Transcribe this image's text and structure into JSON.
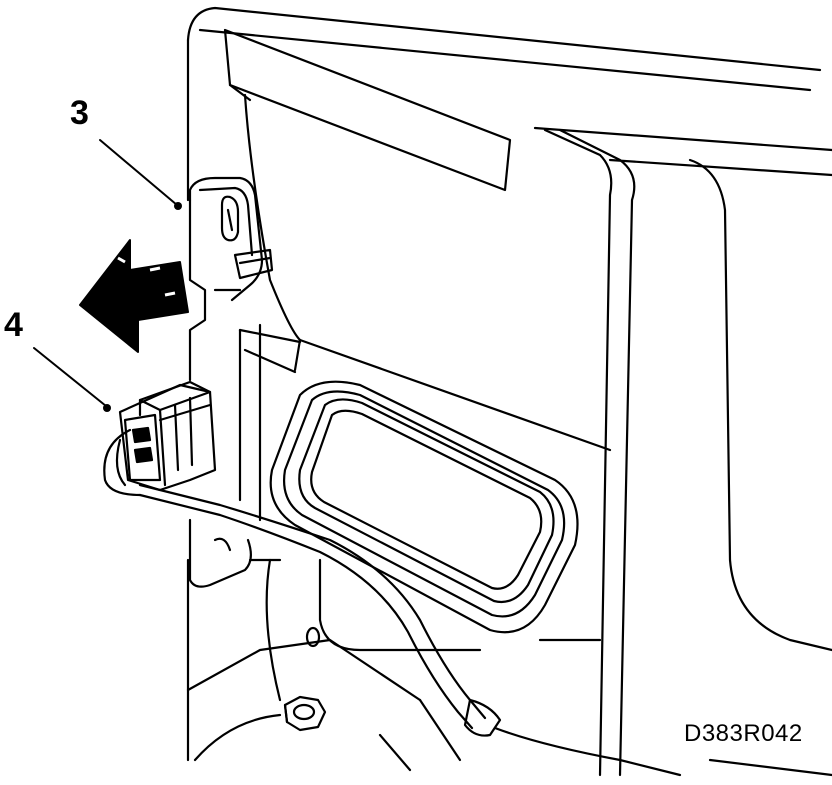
{
  "callouts": [
    {
      "label": "3"
    },
    {
      "label": "4"
    }
  ],
  "figure_id": "D383R042",
  "colors": {
    "line": "#000000",
    "background": "#ffffff"
  }
}
